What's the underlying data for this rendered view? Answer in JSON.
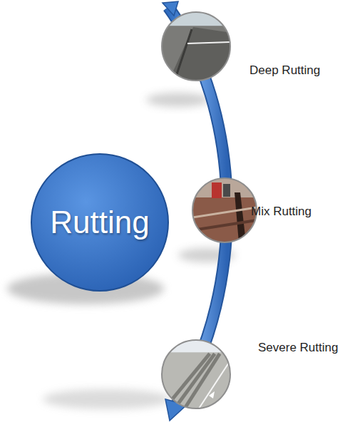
{
  "diagram": {
    "nodes": [
      {
        "text": [
          "Rutting"
        ]
      },
      {
        "text": [
          "Deep Rutting"
        ]
      },
      {
        "text": [
          "Mix Rutting"
        ]
      },
      {
        "text": [
          "Severe Rutting"
        ]
      }
    ]
  }
}
